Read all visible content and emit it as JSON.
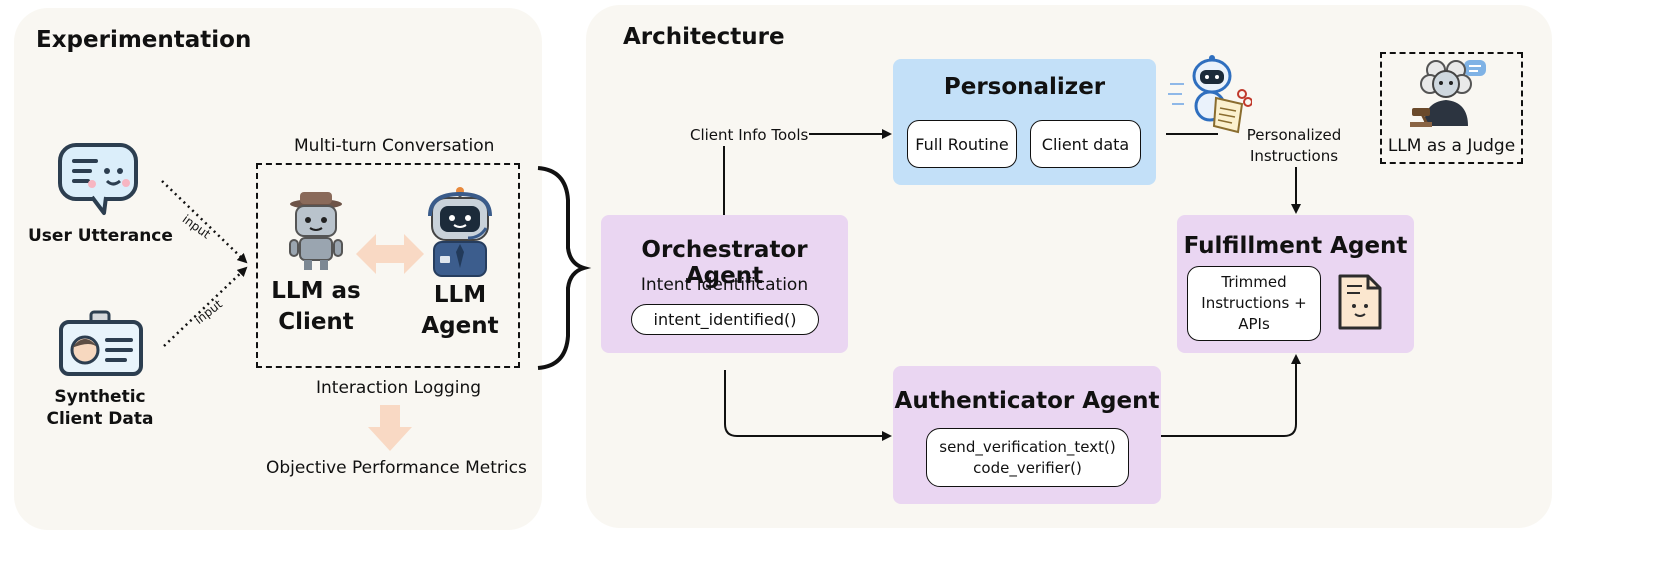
{
  "experimentation": {
    "title": "Experimentation",
    "user_utterance": "User Utterance",
    "synthetic_client_data_line1": "Synthetic",
    "synthetic_client_data_line2": "Client Data",
    "input_label_top": "input",
    "input_label_bottom": "input",
    "conversation_title": "Multi-turn Conversation",
    "llm_client_line1": "LLM as",
    "llm_client_line2": "Client",
    "llm_agent_line1": "LLM",
    "llm_agent_line2": "Agent",
    "interaction_logging": "Interaction Logging",
    "metrics": "Objective Performance Metrics"
  },
  "architecture": {
    "title": "Architecture",
    "client_info_tools": "Client Info Tools",
    "personalizer": {
      "title": "Personalizer",
      "full_routine": "Full Routine",
      "client_data": "Client data"
    },
    "personalized_instructions_line1": "Personalized",
    "personalized_instructions_line2": "Instructions",
    "llm_judge": "LLM as a Judge",
    "orchestrator": {
      "title": "Orchestrator Agent",
      "subtitle": "Intent Identification",
      "function": "intent_identified()"
    },
    "fulfillment": {
      "title": "Fulfillment Agent",
      "line1": "Trimmed",
      "line2": "Instructions +",
      "line3": "APIs"
    },
    "authenticator": {
      "title": "Authenticator Agent",
      "function1": "send_verification_text()",
      "function2": "code_verifier()"
    }
  },
  "colors": {
    "panel_bg": "#f9f7f2",
    "agent_purple": "#ead6f2",
    "personalizer_blue": "#c3e0f8",
    "peach_arrow": "#f9d9c4"
  }
}
